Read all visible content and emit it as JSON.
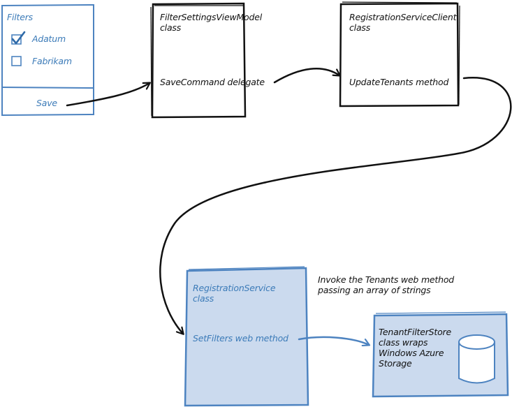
{
  "colors": {
    "ink": "#111111",
    "accent_blue": "#3c7bb8",
    "box_fill_blue": "#cbdaee",
    "box_border_blue": "#4d83c0"
  },
  "filters_panel": {
    "title": "Filters",
    "options": [
      {
        "label": "Adatum",
        "checked": true
      },
      {
        "label": "Fabrikam",
        "checked": false
      }
    ],
    "save_label": "Save"
  },
  "filter_vm": {
    "title": "FilterSettingsViewModel\nclass",
    "member": "SaveCommand delegate"
  },
  "reg_client": {
    "title": "RegistrationServiceClient\nclass",
    "member": "UpdateTenants method"
  },
  "reg_service": {
    "title": "RegistrationService\nclass",
    "member": "SetFilters web method"
  },
  "tenant_store": {
    "text": "TenantFilterStore\nclass wraps\nWindows Azure\nStorage",
    "icon": "database-cylinder-icon"
  },
  "annotation": "Invoke the Tenants web method\npassing an array of strings"
}
